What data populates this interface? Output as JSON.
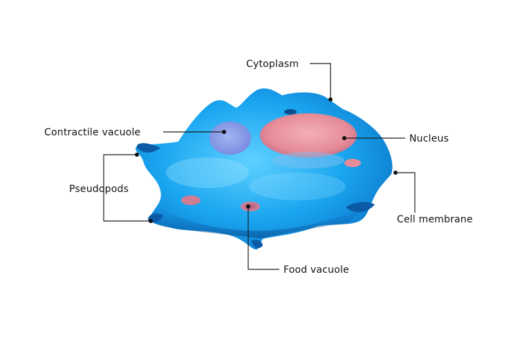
{
  "labels": {
    "cytoplasm": "Cytoplasm",
    "contractile_vacuole": "Contractile vacuole",
    "nucleus": "Nucleus",
    "pseudopods": "Pseudopods",
    "cell_membrane": "Cell membrane",
    "food_vacuole": "Food vacuole"
  },
  "colors": {
    "background": "#ffffff",
    "cell_body": "#1aa6f0",
    "cell_highlight": "#7fd8ff",
    "cell_shadow": "#0a5fb0",
    "nucleus": "#e8909c",
    "contractile_vacuole": "#8f9be6",
    "food_vacuole": "#c46a86",
    "leader_line": "#1a1a1a"
  }
}
